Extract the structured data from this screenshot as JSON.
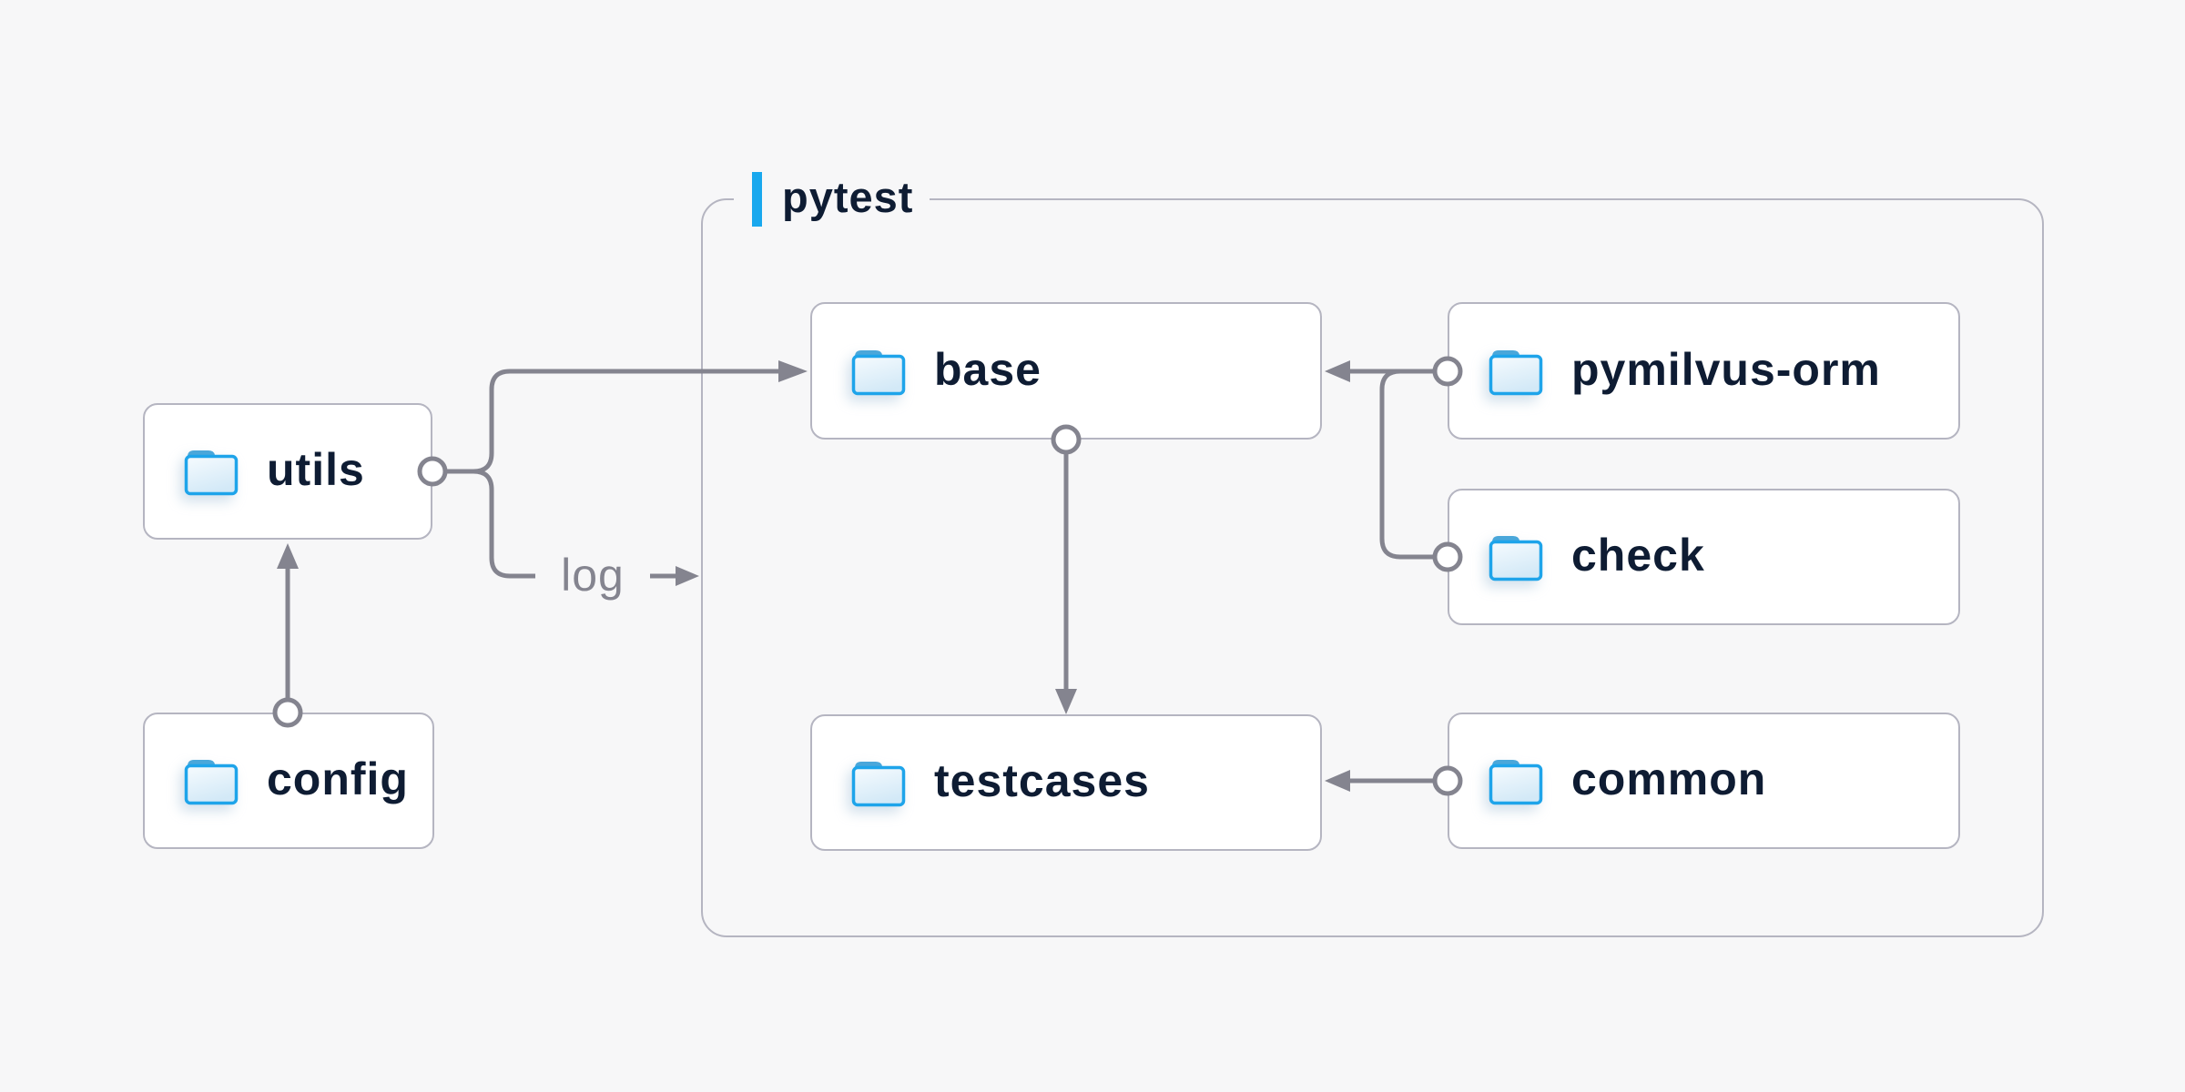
{
  "group": {
    "label": "pytest"
  },
  "nodes": {
    "utils": {
      "label": "utils"
    },
    "config": {
      "label": "config"
    },
    "base": {
      "label": "base"
    },
    "pymilvus_orm": {
      "label": "pymilvus-orm"
    },
    "check": {
      "label": "check"
    },
    "testcases": {
      "label": "testcases"
    },
    "common": {
      "label": "common"
    }
  },
  "edges": [
    {
      "from": "config",
      "to": "utils",
      "label": ""
    },
    {
      "from": "utils",
      "to": "base",
      "label": ""
    },
    {
      "from": "utils",
      "to": "log",
      "label": "log"
    },
    {
      "from": "pymilvus-orm",
      "to": "base",
      "label": ""
    },
    {
      "from": "check",
      "to": "base",
      "label": ""
    },
    {
      "from": "base",
      "to": "testcases",
      "label": ""
    },
    {
      "from": "common",
      "to": "testcases",
      "label": ""
    }
  ],
  "colors": {
    "background": "#f7f7f8",
    "accent_blue": "#19a8ee",
    "line_gray": "#84848f",
    "box_border": "#b5b5c1",
    "text_navy": "#0e1c33",
    "folder_blue": "#1ea4ea"
  }
}
